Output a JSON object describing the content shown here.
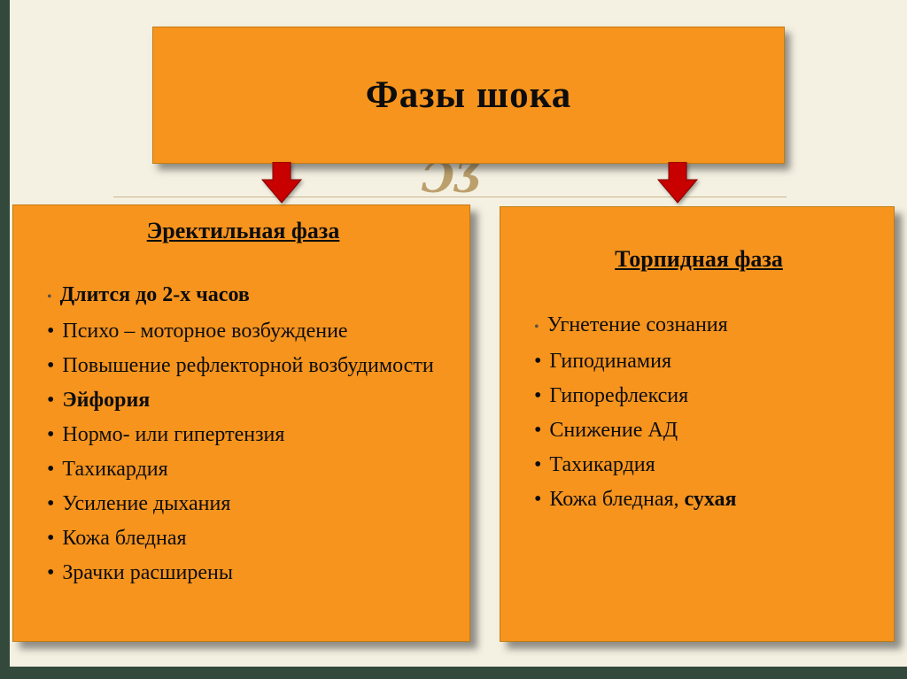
{
  "slide": {
    "title": "Фазы шока",
    "ornament": "ƆƷ",
    "colors": {
      "box_orange": "#F7941E",
      "arrow_red": "#C80000",
      "frame_green": "#33493C",
      "background_cream": "#F5F1E2",
      "divider_tan": "#C9B693"
    },
    "left_box": {
      "header": "Эректильная фаза",
      "items": [
        [
          {
            "text": "Длится до 2-х часов",
            "bold": true
          }
        ],
        [
          {
            "text": "Психо – моторное возбуждение",
            "bold": false
          }
        ],
        [
          {
            "text": "Повышение рефлекторной возбудимости",
            "bold": false
          }
        ],
        [
          {
            "text": "Эйфория",
            "bold": true
          }
        ],
        [
          {
            "text": "Нормо- или гипертензия",
            "bold": false
          }
        ],
        [
          {
            "text": "Тахикардия",
            "bold": false
          }
        ],
        [
          {
            "text": "Усиление дыхания",
            "bold": false
          }
        ],
        [
          {
            "text": "Кожа бледная",
            "bold": false
          }
        ],
        [
          {
            "text": "Зрачки расширены",
            "bold": false
          }
        ]
      ]
    },
    "right_box": {
      "header": "Торпидная фаза",
      "items": [
        [
          {
            "text": "Угнетение сознания",
            "bold": false
          }
        ],
        [
          {
            "text": "Гиподинамия",
            "bold": false
          }
        ],
        [
          {
            "text": "Гипорефлексия",
            "bold": false
          }
        ],
        [
          {
            "text": "Снижение АД",
            "bold": false
          }
        ],
        [
          {
            "text": "Тахикардия",
            "bold": false
          }
        ],
        [
          {
            "text": "Кожа бледная, ",
            "bold": false
          },
          {
            "text": "сухая",
            "bold": true
          }
        ]
      ]
    }
  }
}
